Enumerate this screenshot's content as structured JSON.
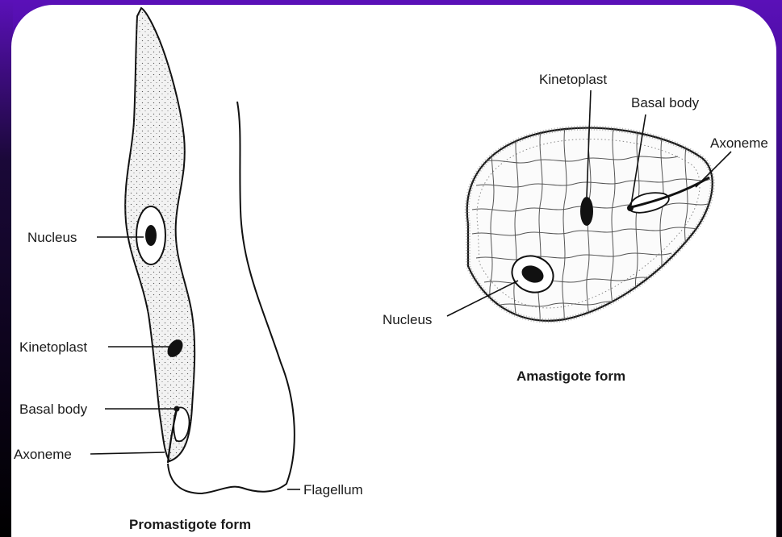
{
  "promastigote": {
    "caption": "Promastigote form",
    "labels": {
      "nucleus": "Nucleus",
      "kinetoplast": "Kinetoplast",
      "basal_body": "Basal body",
      "axoneme": "Axoneme",
      "flagellum": "Flagellum"
    }
  },
  "amastigote": {
    "caption": "Amastigote form",
    "labels": {
      "kinetoplast": "Kinetoplast",
      "basal_body": "Basal body",
      "axoneme": "Axoneme",
      "nucleus": "Nucleus"
    }
  }
}
